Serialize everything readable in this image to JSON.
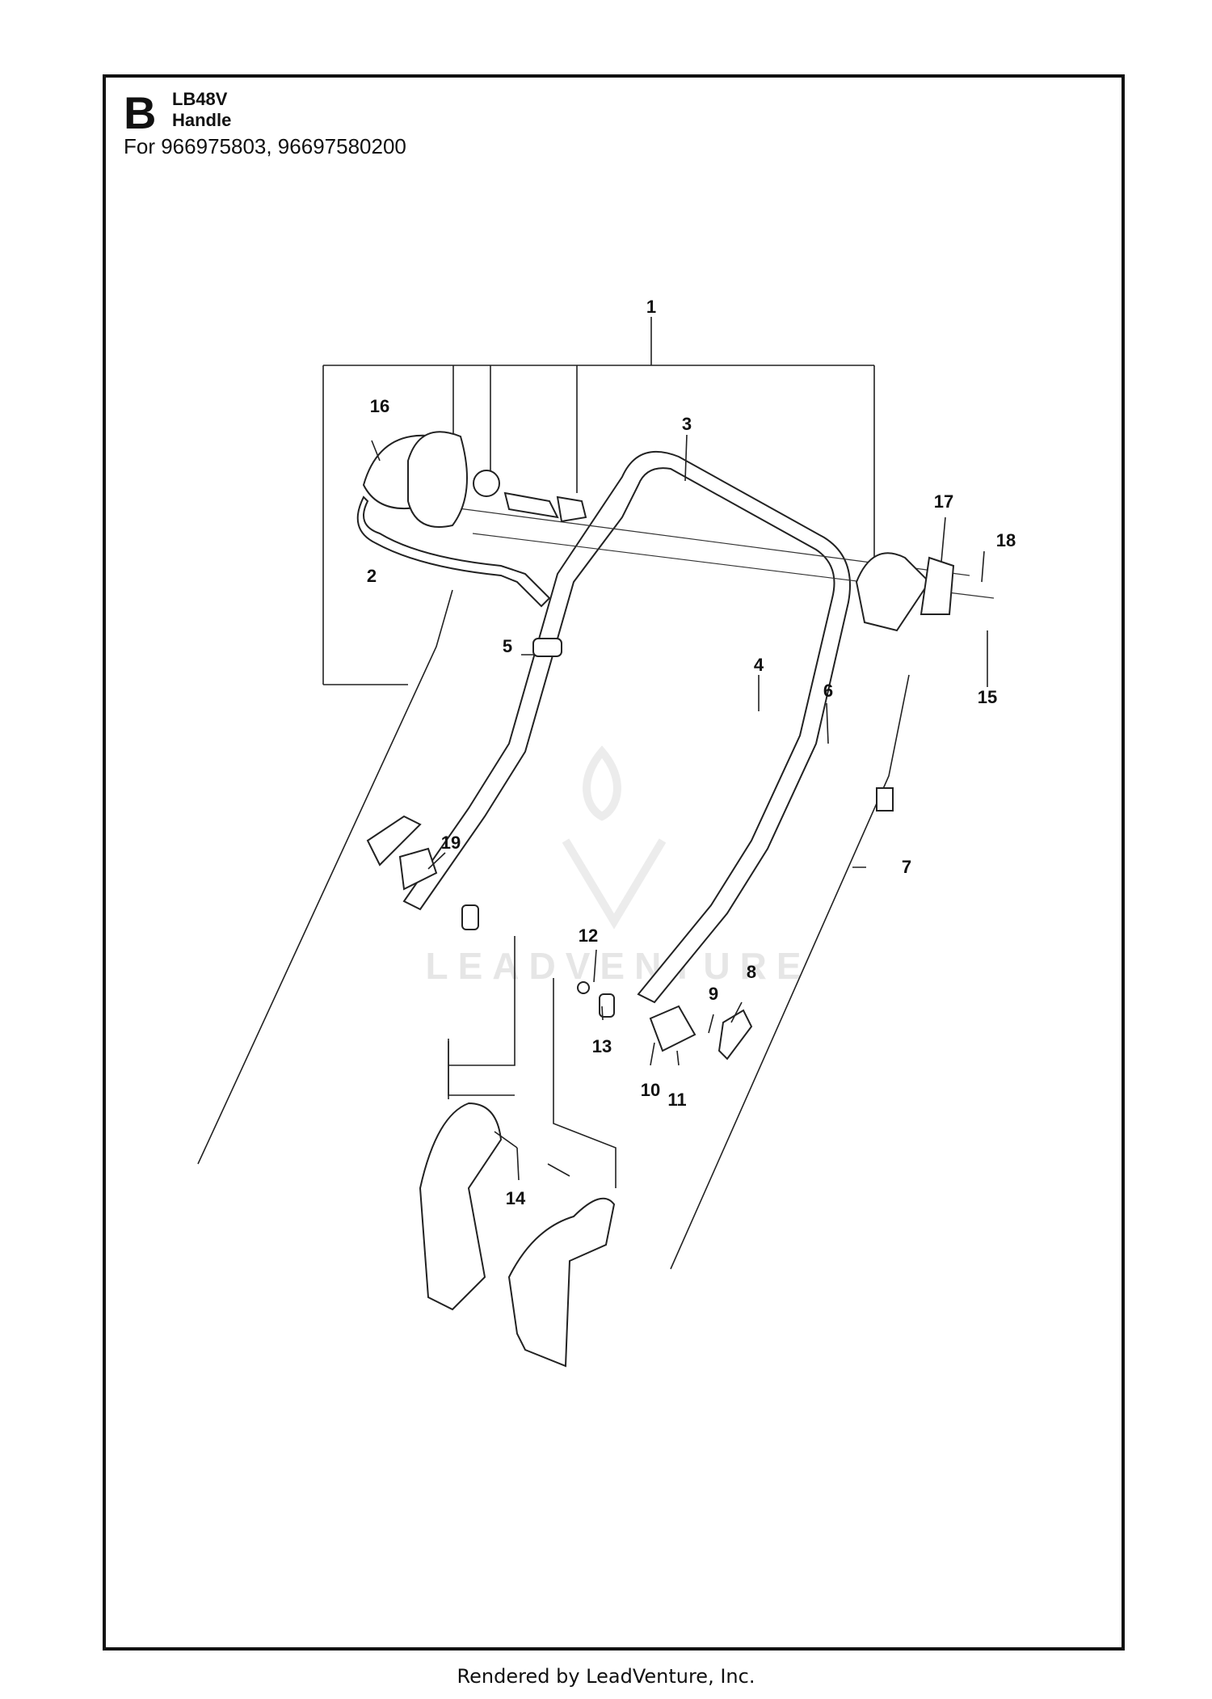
{
  "header": {
    "section_letter": "B",
    "model": "LB48V",
    "section_name": "Handle",
    "applies_to": "For 966975803, 96697580200"
  },
  "watermark": "LEADVENTURE",
  "footer": "Rendered by LeadVenture, Inc.",
  "callouts": [
    "1",
    "2",
    "3",
    "4",
    "5",
    "6",
    "7",
    "8",
    "9",
    "10",
    "11",
    "12",
    "13",
    "14",
    "15",
    "16",
    "17",
    "18",
    "19"
  ]
}
